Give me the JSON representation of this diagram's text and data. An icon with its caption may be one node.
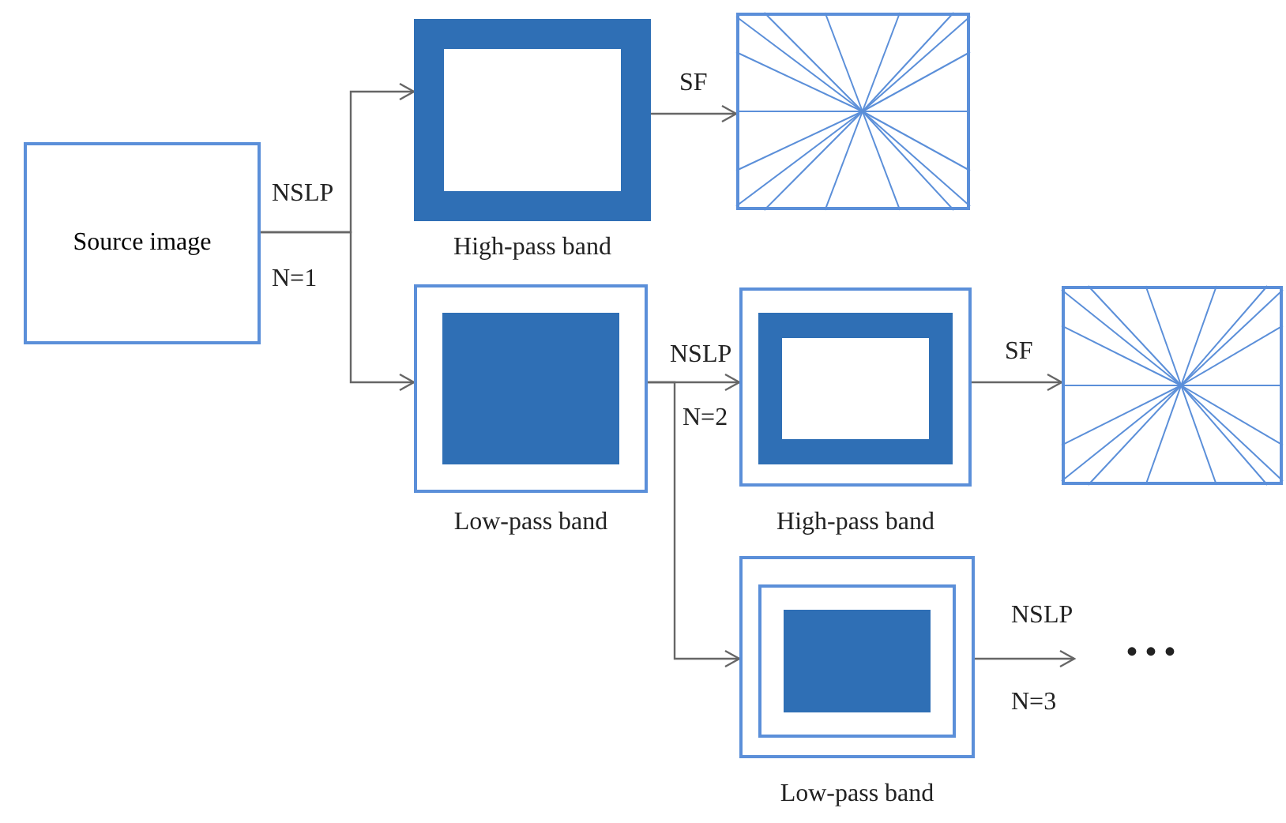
{
  "diagram": {
    "nodes": [
      {
        "text": [
          "Source image"
        ]
      },
      {
        "text": [
          "High-pass band"
        ]
      },
      {
        "text": [],
        "shape": "picture"
      },
      {
        "text": [
          "Low-pass band"
        ]
      },
      {
        "text": [
          "High-pass band"
        ]
      },
      {
        "text": [],
        "shape": "picture"
      },
      {
        "text": [
          "Low-pass band"
        ]
      }
    ],
    "edges": [
      {
        "from": 0,
        "to": 1,
        "arrow": "to"
      },
      {
        "from": 0,
        "to": 3,
        "arrow": "to"
      },
      {
        "from": 1,
        "to": 2,
        "label": "SF",
        "arrow": "to"
      },
      {
        "from": 3,
        "to": 4,
        "arrow": "to"
      },
      {
        "from": 3,
        "to": 6,
        "arrow": "to"
      },
      {
        "from": 4,
        "to": 5,
        "label": "SF",
        "arrow": "to"
      },
      {
        "from": 6,
        "to": null,
        "arrow": "to"
      }
    ],
    "labels": [
      "NSLP",
      "N=1",
      "NSLP",
      "N=2",
      "NSLP",
      "N=3",
      "• • •"
    ]
  }
}
